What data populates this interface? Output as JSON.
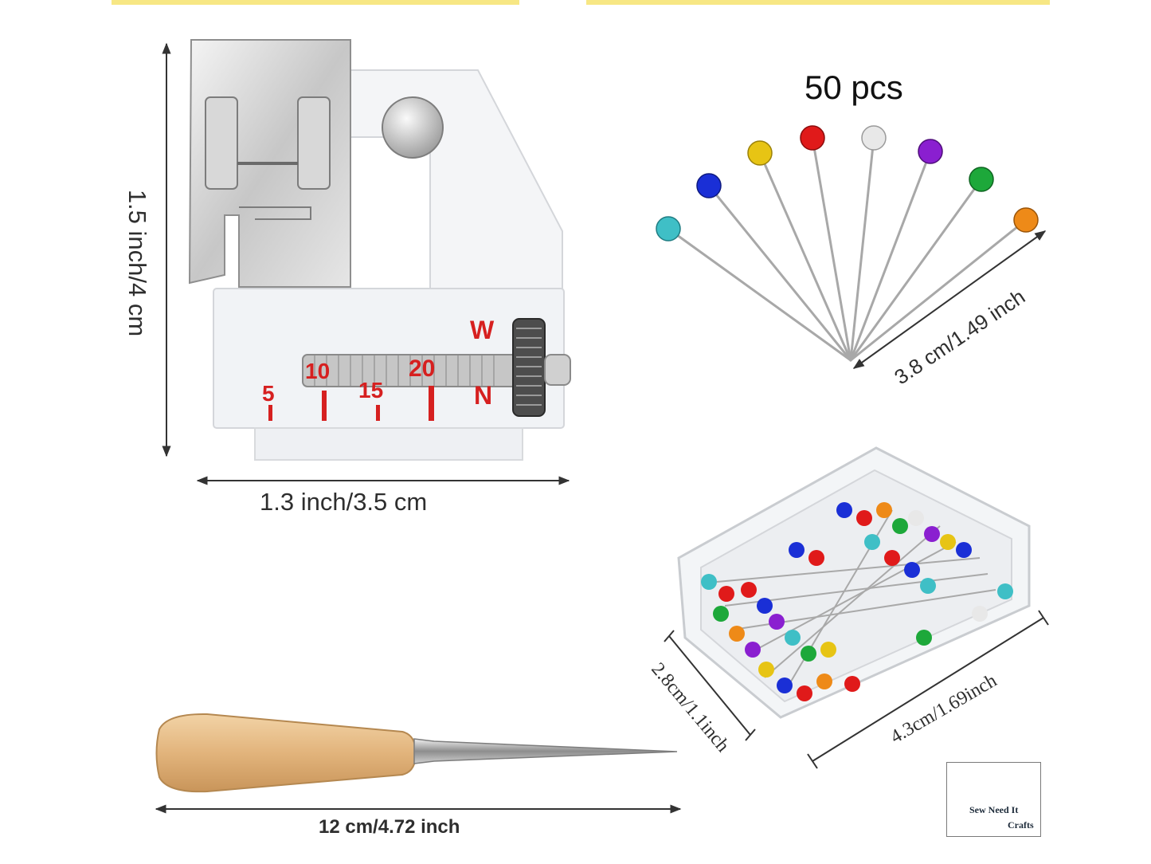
{
  "labels": {
    "foot_height": "1.5 inch/4 cm",
    "foot_width": "1.3 inch/3.5 cm",
    "pin_count": "50 pcs",
    "pin_length": "3.8 cm/1.49 inch",
    "box_depth": "2.8cm/1.1inch",
    "box_length": "4.3cm/1.69inch",
    "awl_length": "12 cm/4.72 inch"
  },
  "foot_scale": {
    "w": "W",
    "n": "N",
    "marks": [
      "5",
      "10",
      "15",
      "20"
    ]
  },
  "logo": {
    "line1": "Sew Need It",
    "line2": "Crafts"
  },
  "pin_colors": [
    "#3fbfc6",
    "#1a2fd6",
    "#e7c414",
    "#e01a1a",
    "#e8e8e8",
    "#8a1fd0",
    "#1da83a",
    "#ee8a18"
  ]
}
